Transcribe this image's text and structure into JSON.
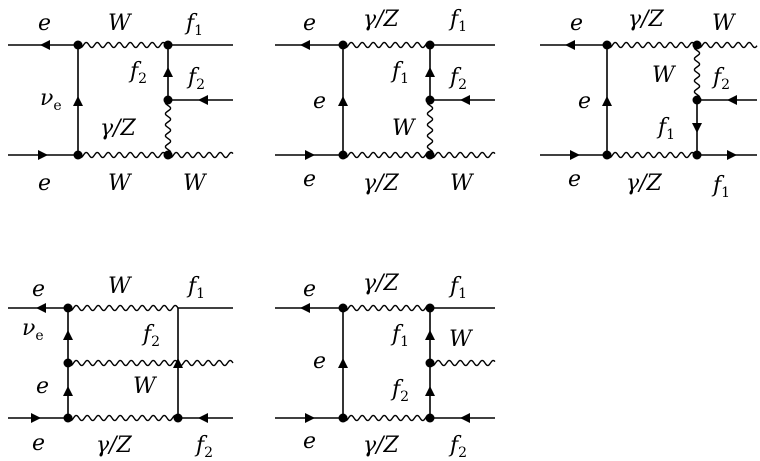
{
  "diagrams": [
    {
      "id": "d1",
      "labels": {
        "tl": "e",
        "top": "W",
        "tr": "f",
        "tr_sub": "1",
        "inner_right_top": "f",
        "inner_right_top_sub": "2",
        "right_mid": "f",
        "right_mid_sub": "2",
        "left": "ν",
        "left_sub": "e",
        "inner_right_bottom": "γ/Z",
        "bl": "e",
        "bottom": "W",
        "br": "W"
      }
    },
    {
      "id": "d2",
      "labels": {
        "tl": "e",
        "top": "γ/Z",
        "tr": "f",
        "tr_sub": "1",
        "inner_right_top": "f",
        "inner_right_top_sub": "1",
        "right_mid": "f",
        "right_mid_sub": "2",
        "left": "e",
        "inner_right_bottom": "W",
        "bl": "e",
        "bottom": "γ/Z",
        "br": "W"
      }
    },
    {
      "id": "d3",
      "labels": {
        "tl": "e",
        "top": "γ/Z",
        "tr": "W",
        "inner_right_top": "W",
        "right_mid": "f",
        "right_mid_sub": "2",
        "left": "e",
        "inner_right_bottom": "f",
        "inner_right_bottom_sub": "1",
        "bl": "e",
        "bottom": "γ/Z",
        "br": "f",
        "br_sub": "1"
      }
    },
    {
      "id": "d4",
      "labels": {
        "tl": "e",
        "top": "W",
        "tr": "f",
        "tr_sub": "1",
        "left_top": "ν",
        "left_top_sub": "e",
        "middle": "f",
        "middle_sub": "2",
        "left_bottom": "e",
        "middle_bottom": "W",
        "bl": "e",
        "bottom": "γ/Z",
        "br": "f",
        "br_sub": "2"
      }
    },
    {
      "id": "d5",
      "labels": {
        "tl": "e",
        "top": "γ/Z",
        "tr": "f",
        "tr_sub": "1",
        "inner_right_top": "f",
        "inner_right_top_sub": "1",
        "right_mid": "W",
        "left": "e",
        "inner_right_bottom": "f",
        "inner_right_bottom_sub": "2",
        "bl": "e",
        "bottom": "γ/Z",
        "br": "f",
        "br_sub": "2"
      }
    }
  ]
}
